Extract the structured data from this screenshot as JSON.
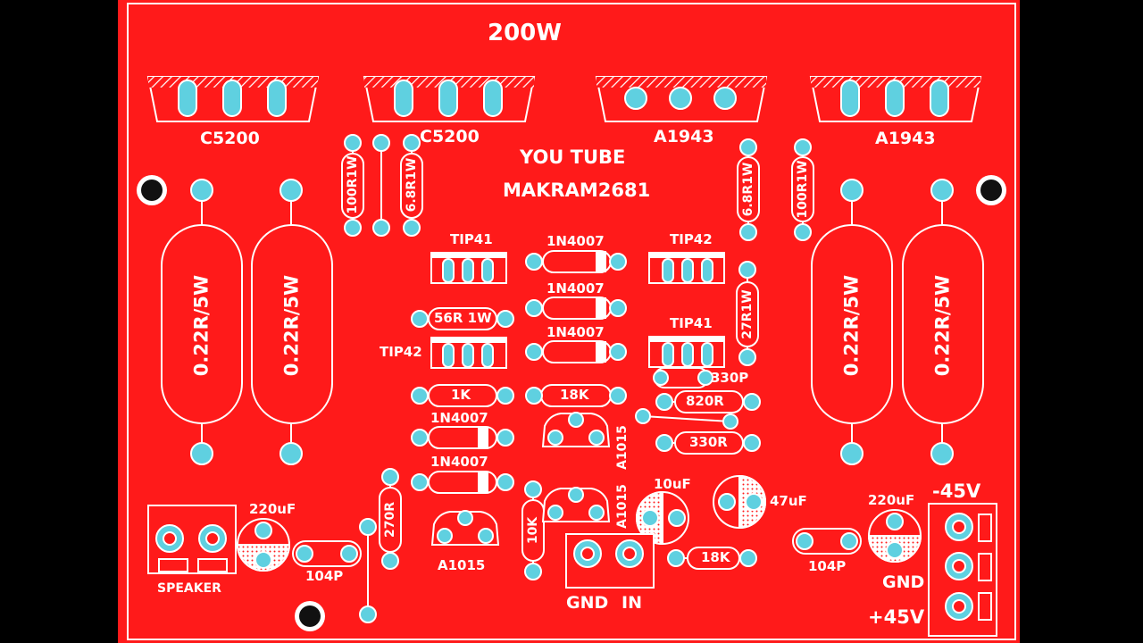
{
  "board": {
    "title": "200W",
    "credit_line1": "YOU TUBE",
    "credit_line2": "MAKRAM2681"
  },
  "transistors": {
    "q1": "C5200",
    "q2": "C5200",
    "q3": "A1943",
    "q4": "A1943"
  },
  "drivers": {
    "tip41_left": "TIP41",
    "tip42_left": "TIP42",
    "tip42_right": "TIP42",
    "tip41_right": "TIP41"
  },
  "small_transistors": {
    "a1015_left": "A1015",
    "a1015_center": "A1015",
    "a1015_mid": "A1015"
  },
  "resistors": {
    "r100_left": "100R1W",
    "r68_left": "6.8R1W",
    "r68_right": "6.8R1W",
    "r100_right": "100R1W",
    "r27": "27R1W",
    "r56": "56R 1W",
    "r1k": "1K",
    "r18k_top": "18K",
    "r820": "820R",
    "r330": "330R",
    "r270": "270R",
    "r10k": "10K",
    "r18k_bottom": "18K",
    "pr1": "0.22R/5W",
    "pr2": "0.22R/5W",
    "pr3": "0.22R/5W",
    "pr4": "0.22R/5W"
  },
  "diodes": {
    "d1": "1N4007",
    "d2": "1N4007",
    "d3": "1N4007",
    "d4": "1N4007",
    "d5": "1N4007"
  },
  "capacitors": {
    "c330p": "330P",
    "c10u": "10uF",
    "c47u": "47uF",
    "c220_left": "220uF",
    "c220_right": "220uF",
    "c104_left": "104P",
    "c104_right": "104P"
  },
  "connectors": {
    "speaker": "SPEAKER",
    "gnd_in": "GND",
    "in": "IN",
    "gnd_power": "GND",
    "neg": "-45V",
    "pos": "+45V"
  },
  "colors": {
    "board": "#ff1a1a",
    "pad": "#5fd0e0",
    "silk": "#ffffff",
    "background": "#000000"
  }
}
